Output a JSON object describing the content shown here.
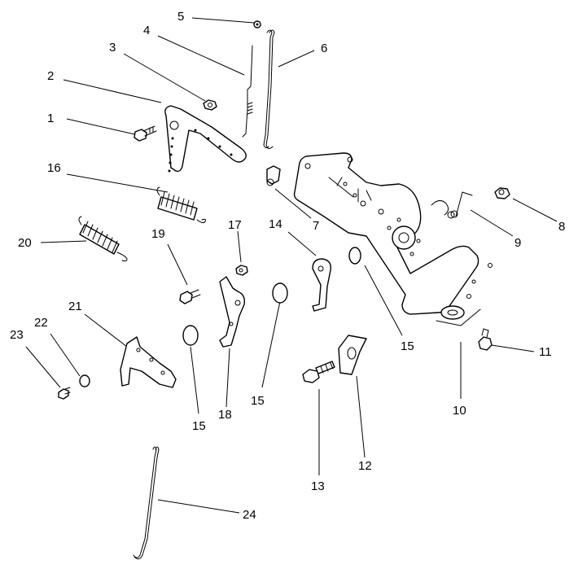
{
  "diagram": {
    "callouts": [
      {
        "id": "1",
        "text": "1"
      },
      {
        "id": "2",
        "text": "2"
      },
      {
        "id": "3",
        "text": "3"
      },
      {
        "id": "4",
        "text": "4"
      },
      {
        "id": "5",
        "text": "5"
      },
      {
        "id": "6",
        "text": "6"
      },
      {
        "id": "7",
        "text": "7"
      },
      {
        "id": "8",
        "text": "8"
      },
      {
        "id": "9",
        "text": "9"
      },
      {
        "id": "10",
        "text": "10"
      },
      {
        "id": "11",
        "text": "11"
      },
      {
        "id": "12",
        "text": "12"
      },
      {
        "id": "13",
        "text": "13"
      },
      {
        "id": "14",
        "text": "14"
      },
      {
        "id": "15a",
        "text": "15"
      },
      {
        "id": "15b",
        "text": "15"
      },
      {
        "id": "15c",
        "text": "15"
      },
      {
        "id": "16",
        "text": "16"
      },
      {
        "id": "17",
        "text": "17"
      },
      {
        "id": "18",
        "text": "18"
      },
      {
        "id": "19",
        "text": "19"
      },
      {
        "id": "20",
        "text": "20"
      },
      {
        "id": "21",
        "text": "21"
      },
      {
        "id": "22",
        "text": "22"
      },
      {
        "id": "23",
        "text": "23"
      },
      {
        "id": "24",
        "text": "24"
      }
    ]
  }
}
